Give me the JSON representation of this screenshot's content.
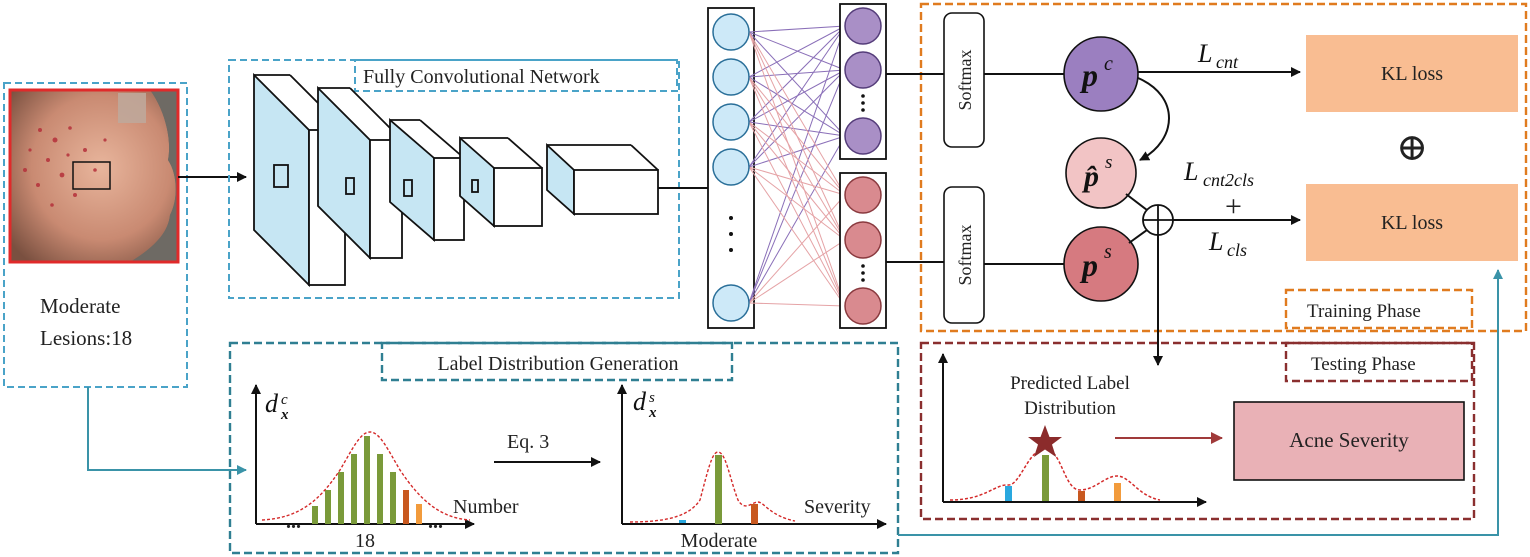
{
  "input": {
    "grade_label": "Moderate",
    "lesions_label": "Lesions:18"
  },
  "fcn": {
    "title": "Fully Convolutional  Network"
  },
  "ldg": {
    "title": "Label Distribution Generation",
    "count_axis_label": "Number",
    "count_tick": "18",
    "count_ylabel_main": "d",
    "count_ylabel_sup": "c",
    "count_ylabel_sub": "x",
    "eq_label": "Eq. 3",
    "severity_axis_label": "Severity",
    "severity_tick": "Moderate",
    "severity_ylabel_main": "d",
    "severity_ylabel_sup": "s",
    "severity_ylabel_sub": "x",
    "ellipsis": "..."
  },
  "heads": {
    "softmax_label": "Softmax",
    "pc_main": "p",
    "pc_sup": "c",
    "ps_hat_main": "p̂",
    "ps_hat_sup": "s",
    "ps_main": "p",
    "ps_sup": "s",
    "l_cnt_main": "L",
    "l_cnt_sub": "cnt",
    "l_cnt2cls_main": "L",
    "l_cnt2cls_sub": "cnt2cls",
    "plus_label": "+",
    "l_cls_main": "L",
    "l_cls_sub": "cls",
    "kl_loss_label": "KL loss",
    "oplus_symbol": "⊕"
  },
  "phases": {
    "training_label": "Training Phase",
    "testing_label": "Testing Phase",
    "predicted_line1": "Predicted Label",
    "predicted_line2": "Distribution",
    "acne_severity_label": "Acne Severity"
  },
  "colors": {
    "conv_face": "#c6e6f3",
    "neuron_blue": "#cde9f8",
    "neuron_purple": "#a98fc6",
    "neuron_red": "#d98a8f",
    "pc_fill": "#9b7fc0",
    "ps_hat_fill": "#f2c4c5",
    "ps_fill": "#d67a80",
    "kl_fill": "#f9bd92",
    "acne_fill": "#e9b1b6",
    "bar_green": "#7a9a3a",
    "bar_orange": "#c8581f",
    "bar_cyan": "#29a8df",
    "bar_light_orange": "#f29b3c",
    "curve_red": "#d42a2a",
    "teal_arrow": "#3a93a8",
    "star": "#8b2b2b"
  }
}
